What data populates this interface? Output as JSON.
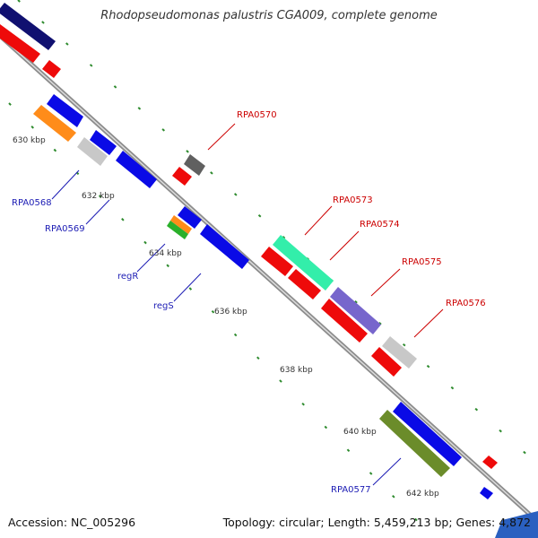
{
  "title": "Rhodopseudomonas palustris CGA009, complete genome",
  "accession_text": "Accession: NC_005296",
  "summary_text": "Topology: circular; Length: 5,459,213 bp; Genes: 4,872",
  "colors": {
    "backbone": "#8c8c8c",
    "tick": "#2e8b2e",
    "label_red": "#cc0000",
    "label_blue": "#1c1cb4",
    "kbp_text": "#333333"
  },
  "kbp_labels": [
    "630 kbp",
    "632 kbp",
    "634 kbp",
    "636 kbp",
    "638 kbp",
    "640 kbp",
    "642 kbp"
  ],
  "gene_labels": {
    "red": [
      "RPA0570",
      "RPA0573",
      "RPA0574",
      "RPA0575",
      "RPA0576"
    ],
    "blue": [
      "RPA0568",
      "RPA0569",
      "regR",
      "regS",
      "RPA0577"
    ]
  }
}
